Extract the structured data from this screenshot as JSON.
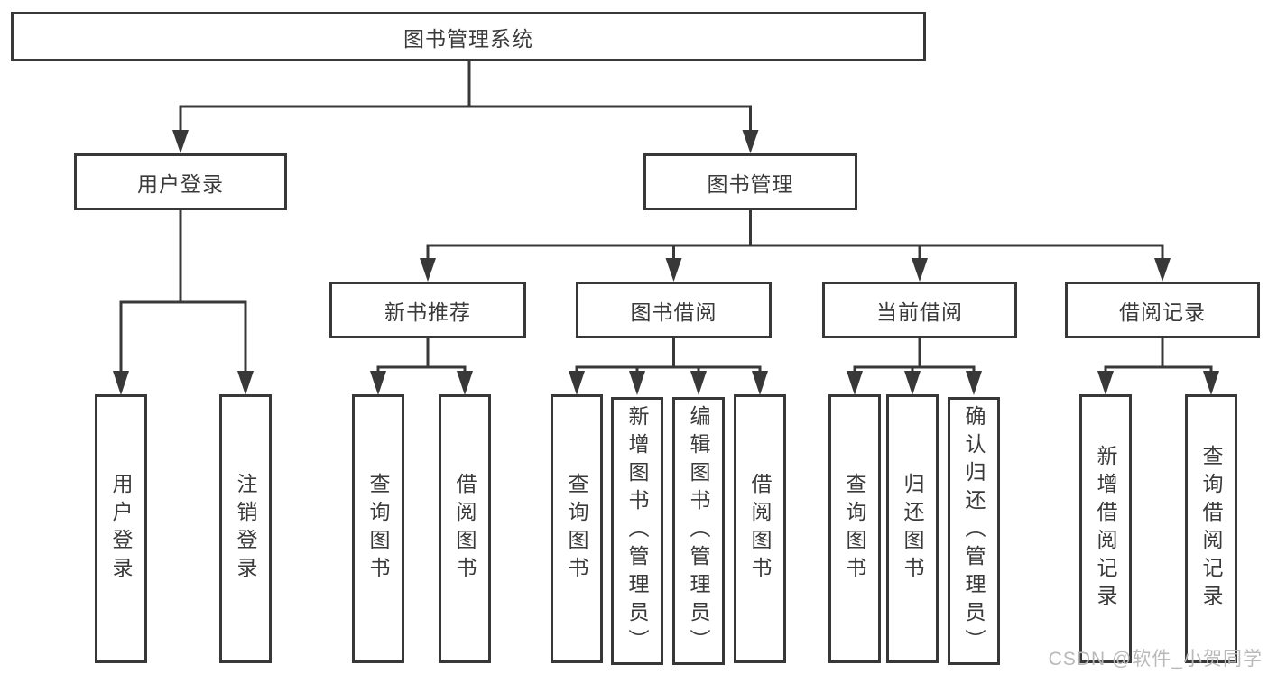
{
  "tree": {
    "label": "图书管理系统",
    "children": [
      {
        "label": "用户登录",
        "children": [
          {
            "label": "用户登录"
          },
          {
            "label": "注销登录"
          }
        ]
      },
      {
        "label": "图书管理",
        "children": [
          {
            "label": "新书推荐",
            "children": [
              {
                "label": "查询图书"
              },
              {
                "label": "借阅图书"
              }
            ]
          },
          {
            "label": "图书借阅",
            "children": [
              {
                "label": "查询图书"
              },
              {
                "label": "新增图书（管理员）"
              },
              {
                "label": "编辑图书（管理员）"
              },
              {
                "label": "借阅图书"
              }
            ]
          },
          {
            "label": "当前借阅",
            "children": [
              {
                "label": "查询图书"
              },
              {
                "label": "归还图书"
              },
              {
                "label": "确认归还（管理员）"
              }
            ]
          },
          {
            "label": "借阅记录",
            "children": [
              {
                "label": "新增借阅记录"
              },
              {
                "label": "查询借阅记录"
              }
            ]
          }
        ]
      }
    ]
  },
  "watermark": {
    "text": "CSDN @软件_小贺同学"
  },
  "colors": {
    "line": "#383838",
    "text": "#3a3a3a",
    "box_background": "#ffffff",
    "watermark": "#b9b9b9",
    "page_background": "#ffffff"
  }
}
